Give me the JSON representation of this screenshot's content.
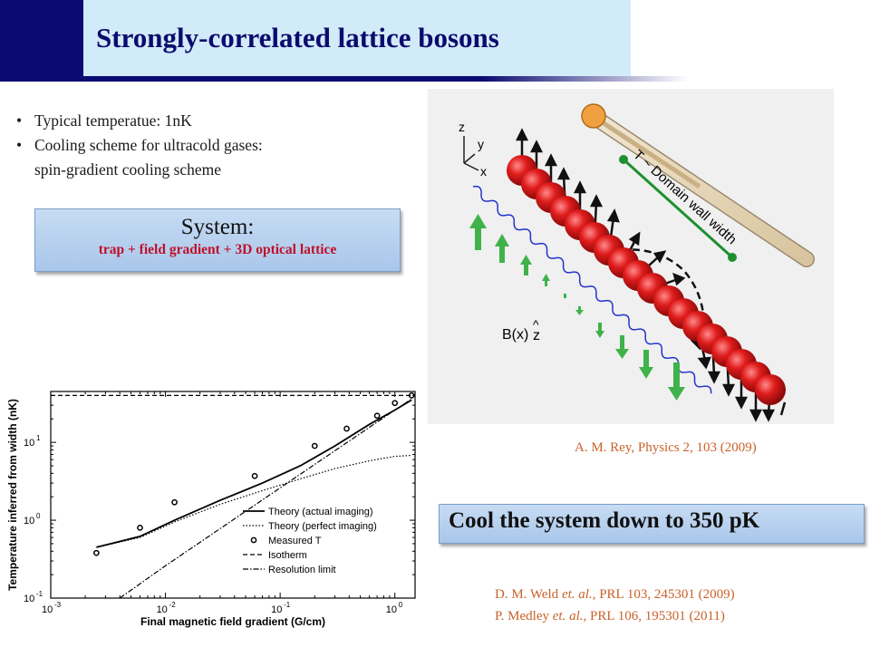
{
  "slide": {
    "title": "Strongly-correlated lattice bosons"
  },
  "bullets": [
    {
      "bullet": "•",
      "text": "Typical temperatue: 1nK"
    },
    {
      "bullet": "•",
      "text": "Cooling scheme for ultracold gases:"
    }
  ],
  "bullet_continuation": "spin-gradient cooling scheme",
  "system_box": {
    "title": "System:",
    "subtitle": "trap + field gradient + 3D optical lattice"
  },
  "cool_box": {
    "text": "Cool the system down to 350 pK"
  },
  "references": {
    "rey": "A. M. Rey, Physics 2, 103 (2009)",
    "weld_prefix": "D. M. Weld ",
    "weld_etal": "et. al.",
    "weld_suffix": ", PRL 103, 245301 (2009)",
    "medley_prefix": "P. Medley ",
    "medley_etal": "et. al.",
    "medley_suffix": ", PRL 106, 195301 (2011)"
  },
  "figure": {
    "axis_z": "z",
    "axis_y": "y",
    "axis_x": "x",
    "thermometer_label": "T ~ Domain wall width",
    "field_label": "B(x)",
    "field_unit_hat": "^",
    "field_unit": "z"
  },
  "colors": {
    "title_dark": "#0a0a72",
    "title_light": "#d2ebf8",
    "reference": "#c8622a",
    "system_sub": "#c0102a",
    "atom": "#d61818",
    "arrow_green": "#3fb24a",
    "wave": "#2233cc"
  },
  "chart_data": {
    "type": "scatter",
    "xlabel": "Final magnetic field gradient (G/cm)",
    "ylabel": "Temperature inferred from width (nK)",
    "x_scale": "log",
    "y_scale": "log",
    "xlim": [
      0.001,
      1.5
    ],
    "ylim": [
      0.1,
      45
    ],
    "x_ticks": [
      "10-3",
      "10-2",
      "10-1",
      "100"
    ],
    "y_ticks": [
      "10-1",
      "100",
      "101"
    ],
    "legend_position": "bottom-right",
    "series": [
      {
        "name": "Theory (actual imaging)",
        "style": "solid",
        "x": [
          0.0025,
          0.006,
          0.012,
          0.03,
          0.07,
          0.15,
          0.3,
          0.6,
          1.0,
          1.4
        ],
        "y": [
          0.45,
          0.62,
          1.0,
          1.8,
          3.0,
          5.0,
          9.0,
          17,
          26,
          35
        ]
      },
      {
        "name": "Theory (perfect imaging)",
        "style": "dotted",
        "x": [
          0.0025,
          0.006,
          0.012,
          0.03,
          0.07,
          0.15,
          0.3,
          0.6,
          1.0,
          1.4
        ],
        "y": [
          0.45,
          0.6,
          0.95,
          1.6,
          2.4,
          3.4,
          4.6,
          5.8,
          6.6,
          6.8
        ]
      },
      {
        "name": "Measured T",
        "style": "marker",
        "x": [
          0.0025,
          0.006,
          0.012,
          0.06,
          0.2,
          0.38,
          0.7,
          1.0,
          1.4
        ],
        "y": [
          0.38,
          0.8,
          1.7,
          3.7,
          9.0,
          15,
          22,
          32,
          40
        ]
      },
      {
        "name": "Isotherm",
        "style": "dashed",
        "x": [
          0.001,
          1.5
        ],
        "y": [
          40,
          40
        ]
      },
      {
        "name": "Resolution limit",
        "style": "dashdot",
        "x": [
          0.004,
          0.01,
          0.1,
          1.0,
          1.4
        ],
        "y": [
          0.1,
          0.26,
          2.6,
          26,
          36
        ]
      }
    ]
  }
}
